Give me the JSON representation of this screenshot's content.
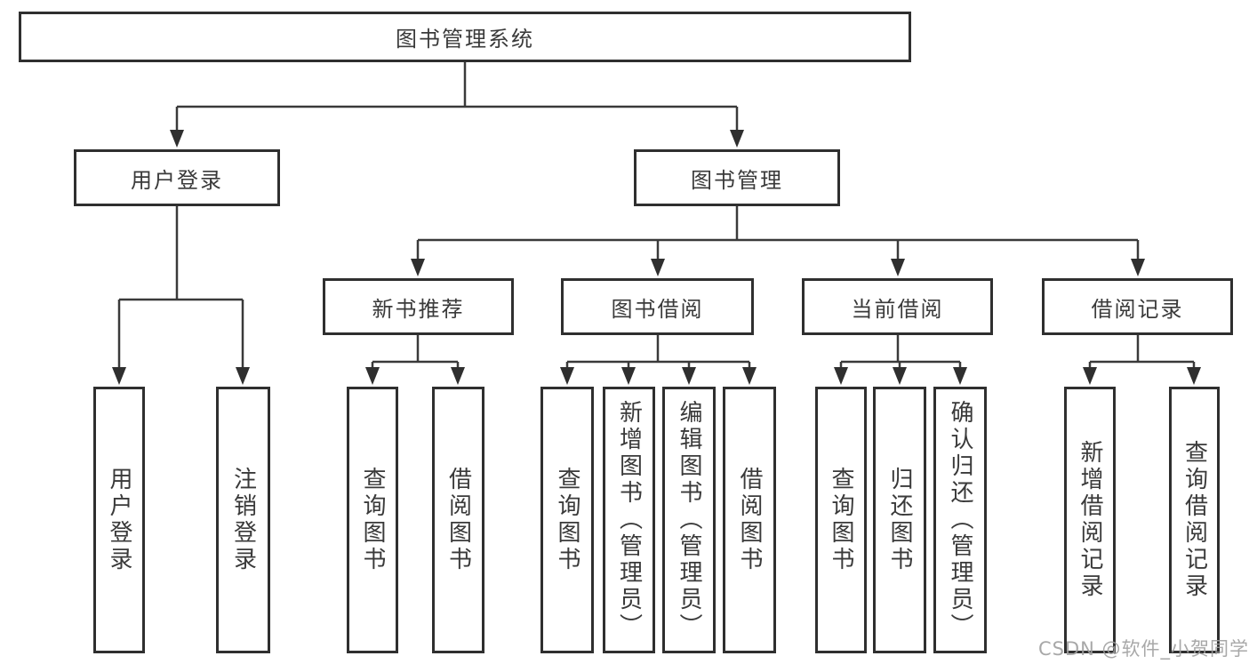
{
  "colors": {
    "line": "#3a3a3a",
    "box_border": "#2f2f2f",
    "text": "#3a3a3a",
    "watermark": "#9e9e9e",
    "background": "#ffffff"
  },
  "tree": {
    "root": {
      "label": "图书管理系统"
    },
    "branches": [
      {
        "label": "用户登录",
        "children": [
          {
            "label": "用户登录"
          },
          {
            "label": "注销登录"
          }
        ]
      },
      {
        "label": "图书管理",
        "children": [
          {
            "label": "新书推荐",
            "children": [
              {
                "label": "查询图书"
              },
              {
                "label": "借阅图书"
              }
            ]
          },
          {
            "label": "图书借阅",
            "children": [
              {
                "label": "查询图书"
              },
              {
                "label": "新增图书（管理员）"
              },
              {
                "label": "编辑图书（管理员）"
              },
              {
                "label": "借阅图书"
              }
            ]
          },
          {
            "label": "当前借阅",
            "children": [
              {
                "label": "查询图书"
              },
              {
                "label": "归还图书"
              },
              {
                "label": "确认归还（管理员）"
              }
            ]
          },
          {
            "label": "借阅记录",
            "children": [
              {
                "label": "新增借阅记录"
              },
              {
                "label": "查询借阅记录"
              }
            ]
          }
        ]
      }
    ]
  },
  "watermark": {
    "text": "CSDN @软件_小贺同学"
  }
}
